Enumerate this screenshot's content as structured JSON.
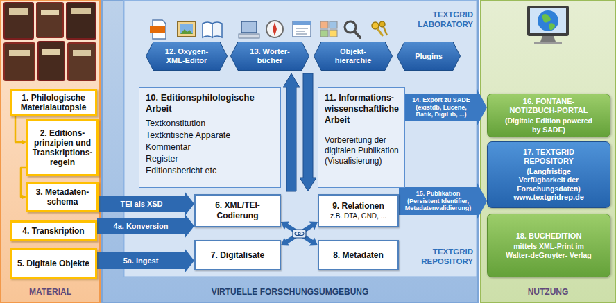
{
  "diagram": {
    "nodes": [
      {
        "text": [
          "MATERIAL"
        ]
      },
      {
        "text": [
          "1. Philologische Materialautopsie"
        ],
        "in": 0
      },
      {
        "text": [
          "2. Editions- prinzipien und Transkriptions- regeln"
        ],
        "in": 0
      },
      {
        "text": [
          "3. Metadaten- schema"
        ],
        "in": 0
      },
      {
        "text": [
          "4. Transkription"
        ],
        "in": 0
      },
      {
        "text": [
          "5. Digitale Objekte"
        ],
        "in": 0
      },
      {
        "text": [
          "VIRTUELLE FORSCHUNGSUMGEBUNG"
        ]
      },
      {
        "text": [
          "TEXTGRID LABORATORY",
          "TEXTGRID REPOSITORY"
        ],
        "in": 6
      },
      {
        "text": [
          "12. Oxygen- XML-Editor"
        ],
        "in": 7
      },
      {
        "text": [
          "13. Wörter- bücher"
        ],
        "in": 7
      },
      {
        "text": [
          "Objekt- hierarchie"
        ],
        "in": 7
      },
      {
        "text": [
          "Plugins"
        ],
        "in": 7
      },
      {
        "text": [
          "10. Editionsphilologische Arbeit",
          "Textkonstitution",
          "Textkritische Apparate",
          "Kommentar",
          "Register",
          "Editionsbericht etc"
        ],
        "in": 7
      },
      {
        "text": [
          "11. Informations- wissenschaftliche Arbeit",
          "Vorbereitung der digitalen Publikation (Visualisierung)"
        ],
        "in": 7
      },
      {
        "text": [
          "6. XML/TEI- Codierung"
        ],
        "in": 7
      },
      {
        "text": [
          "9. Relationen",
          "z.B. DTA, GND, ..."
        ],
        "in": 7
      },
      {
        "text": [
          "7. Digitalisate"
        ],
        "in": 7
      },
      {
        "text": [
          "8. Metadaten"
        ],
        "in": 7
      },
      {
        "text": [
          "NUTZUNG"
        ]
      },
      {
        "text": [
          "16. FONTANE- NOTIZBUCH-PORTAL",
          "(Digitale Edition powered by SADE)"
        ],
        "in": 18
      },
      {
        "text": [
          "17. TEXTGRID REPOSITORY",
          "(Langfristige Verfügbarkeit der Forschungsdaten)",
          "www.textgridrep.de"
        ],
        "in": 18
      },
      {
        "text": [
          "18. BUCHEDITION",
          "mittels XML-Print im Walter-deGruyter- Verlag"
        ],
        "in": 18
      }
    ],
    "edges": [
      {
        "from": 1,
        "to": 2,
        "arrow": "to"
      },
      {
        "from": 2,
        "to": 3,
        "arrow": "to"
      },
      {
        "from": 3,
        "to": 14,
        "label": "TEI als XSD",
        "arrow": "to"
      },
      {
        "from": 4,
        "to": 14,
        "label": "4a. Konversion",
        "arrow": "to"
      },
      {
        "from": 5,
        "to": 16,
        "label": "5a. Ingest",
        "arrow": "to"
      },
      {
        "from": 13,
        "to": 19,
        "label": "14. Export zu SADE (existdb, Lucene, Batik, DigiLib, ...)",
        "arrow": "to"
      },
      {
        "from": 15,
        "to": 20,
        "label": "15. Publikation (Persistent Identifier, Metadatenvalidierung)",
        "arrow": "to"
      },
      {
        "from": 14,
        "to": 17,
        "arrow": "both"
      },
      {
        "from": 15,
        "to": 16,
        "arrow": "both"
      }
    ]
  }
}
